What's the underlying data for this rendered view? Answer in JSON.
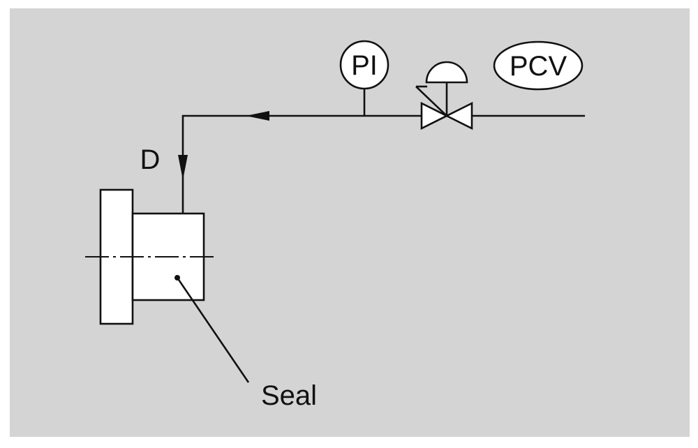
{
  "colors": {
    "background": "#d4d4d4",
    "line": "#111111",
    "symbol_fill": "#ffffff"
  },
  "labels": {
    "pi": "PI",
    "pcv": "PCV",
    "d": "D",
    "seal": "Seal"
  }
}
